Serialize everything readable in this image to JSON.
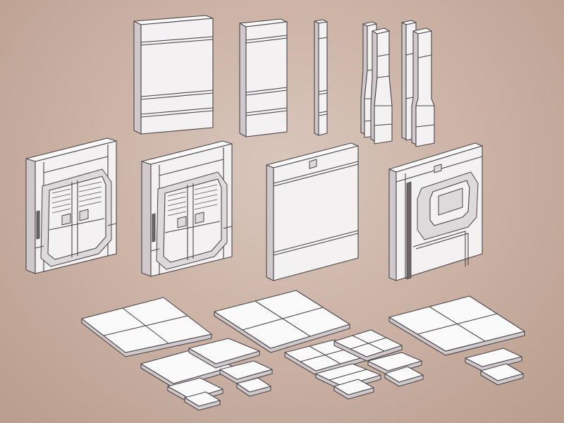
{
  "scene": {
    "background_color": "#c9b0a2",
    "model_fill": "#f3f1f2",
    "wire_color": "#4a4448",
    "assets": {
      "wall_panels": [
        "wide-wall-panel",
        "narrow-wall-panel",
        "thin-pillar",
        "tapered-pillar-pair-a",
        "tapered-pillar-pair-b"
      ],
      "door_frames": [
        "double-door-frame-a",
        "double-door-frame-b",
        "plain-wall-with-vent",
        "wall-with-hatch-and-pipe"
      ],
      "floor_tiles": [
        "tile-set-a",
        "tile-set-b",
        "tile-set-c",
        "tile-set-d"
      ]
    }
  }
}
